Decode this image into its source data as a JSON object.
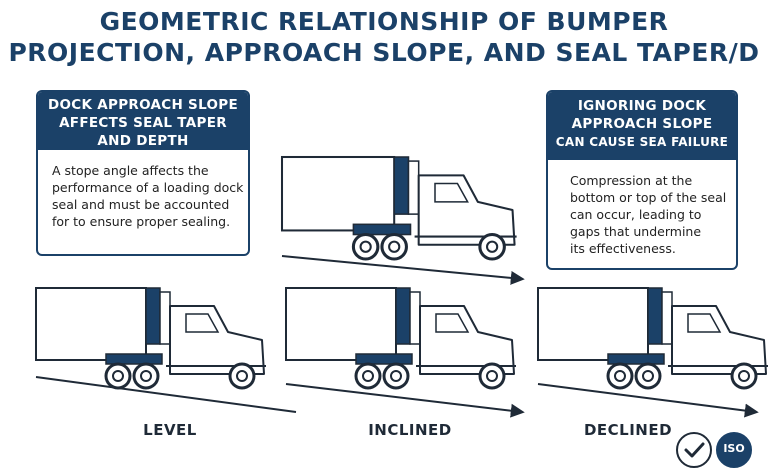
{
  "title": {
    "line1": "GEOMETRIC RELATIONSHIP OF BUMPER",
    "line2": "PROJECTION, APPROACH SLOPE, AND SEAL TAPER/D"
  },
  "left_card": {
    "heading": [
      "DOCK APPROACH SLOPE",
      "AFFECTS SEAL TAPER",
      "AND DEPTH"
    ],
    "body": [
      "A stope angle affects the",
      "performance of a loading dock",
      "seal and must be accounted",
      "for to ensure proper sealing."
    ]
  },
  "right_card": {
    "heading": [
      "IGNORING DOCK",
      "APPROACH SLOPE",
      "CAN CAUSE SEA FAILURE"
    ],
    "body": [
      "Compression at the",
      "bottom or top of the seal",
      "can occur, leading to",
      "gaps that undermine",
      "its effectiveness."
    ]
  },
  "scenarios": [
    {
      "label": "LEVEL"
    },
    {
      "label": "INCLINED"
    },
    {
      "label": "DECLINED"
    }
  ],
  "badges": {
    "check": "checkmark-icon",
    "iso": "ISO"
  },
  "colors": {
    "navy": "#1b4168",
    "dark": "#1f2a37",
    "text": "#222222"
  }
}
